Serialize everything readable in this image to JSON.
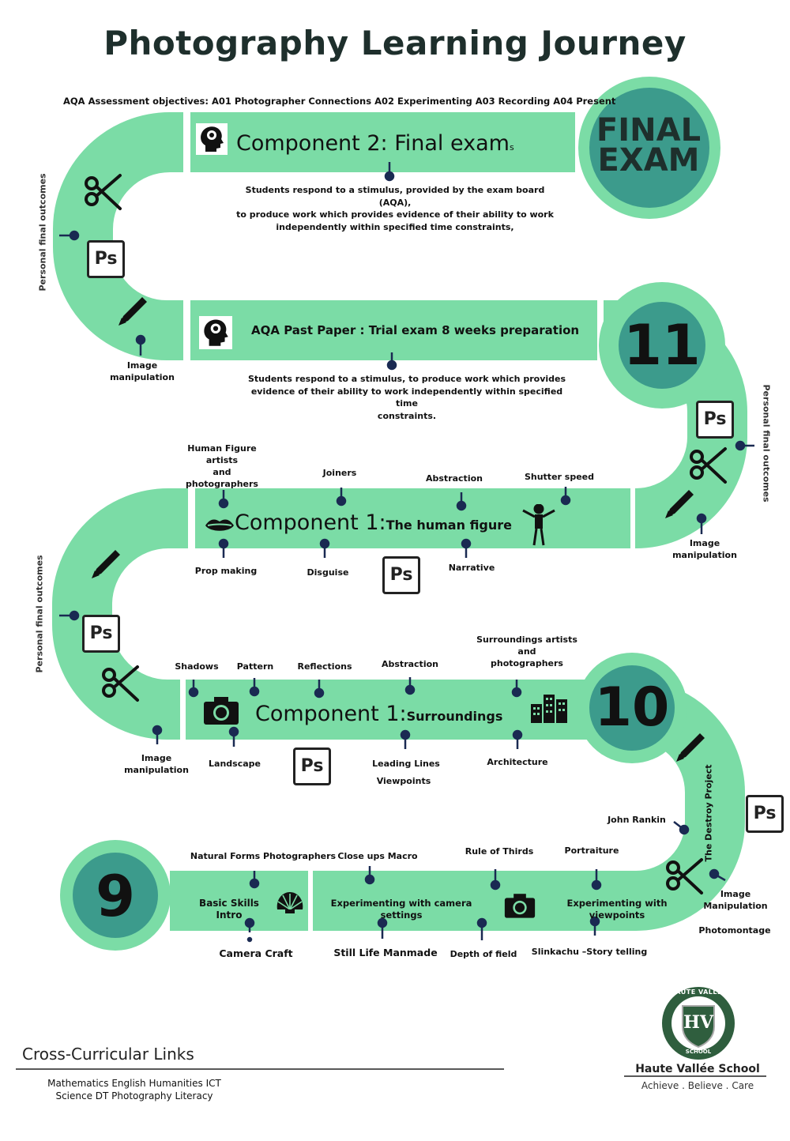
{
  "title": "Photography Learning Journey",
  "aqa_objectives": "AQA  Assessment objectives: A01 Photographer Connections A02 Experimenting A03 Recording A04 Present",
  "colors": {
    "track": "#7bdca6",
    "circle_inner": "#3c9b8c",
    "dark": "#1e2f2c",
    "pin": "#1a2a52"
  },
  "final_exam": {
    "line1": "FINAL",
    "line2": "EXAM"
  },
  "component2": {
    "title": "Component 2: Final exam",
    "suffix": "s",
    "desc_lines": [
      "Students respond to a stimulus, provided by the exam board (AQA),",
      "to produce work which provides evidence of their ability to work",
      "independently within specified time constraints,"
    ]
  },
  "year11": {
    "number": "11",
    "trial_title": "AQA Past Paper : Trial exam 8 weeks preparation",
    "desc_lines": [
      "Students  respond to a stimulus,  to produce work which provides",
      "evidence of their ability to work independently within specified time",
      "constraints."
    ]
  },
  "human_figure": {
    "title_big": "Component 1:",
    "title_small": "The human figure",
    "top_labels": [
      "Human Figure artists",
      "and",
      "photographers"
    ],
    "joiners": "Joiners",
    "abstraction": "Abstraction",
    "shutter_speed": "Shutter speed",
    "prop_making": "Prop making",
    "disguise": "Disguise",
    "narrative": "Narrative"
  },
  "surroundings": {
    "title_big": "Component 1:",
    "title_small": "Surroundings",
    "shadows": "Shadows",
    "pattern": "Pattern",
    "reflections": "Reflections",
    "abstraction": "Abstraction",
    "artists_lines": [
      "Surroundings artists",
      "and",
      "photographers"
    ],
    "landscape": "Landscape",
    "leading_lines": "Leading Lines",
    "viewpoints": "Viewpoints",
    "architecture": "Architecture"
  },
  "year10": {
    "number": "10"
  },
  "year9": {
    "number": "9",
    "basic_skills": "Basic Skills Intro",
    "exp_camera": "Experimenting with camera settings",
    "exp_viewpoints": "Experimenting with viewpoints",
    "natural_forms": "Natural Forms Photographers",
    "close_ups": "Close ups Macro",
    "rule_thirds": "Rule of Thirds",
    "portraiture": "Portraiture",
    "camera_craft": "Camera Craft",
    "still_life": "Still Life  Manmade",
    "depth_field": "Depth of field",
    "slinkachu": "Slinkachu –Story telling"
  },
  "side": {
    "personal_outcomes": "Personal final outcomes",
    "image_manipulation": [
      "Image",
      "manipulation"
    ],
    "image_manipulation_cap": [
      "Image",
      "Manipulation"
    ],
    "destroy_project": "The Destroy Project",
    "john_rankin": "John Rankin",
    "photomontage": "Photomontage",
    "ps": "Ps"
  },
  "cross_curricular": {
    "heading": "Cross-Curricular Links",
    "line1": "Mathematics  English  Humanities  ICT",
    "line2": "Science  DT Photography Literacy"
  },
  "school": {
    "name": "Haute Vallée School",
    "motto": "Achieve . Believe . Care",
    "badge_top": "HAUTE VALLÉE",
    "badge_letters": "HV",
    "badge_bottom": "SCHOOL"
  }
}
